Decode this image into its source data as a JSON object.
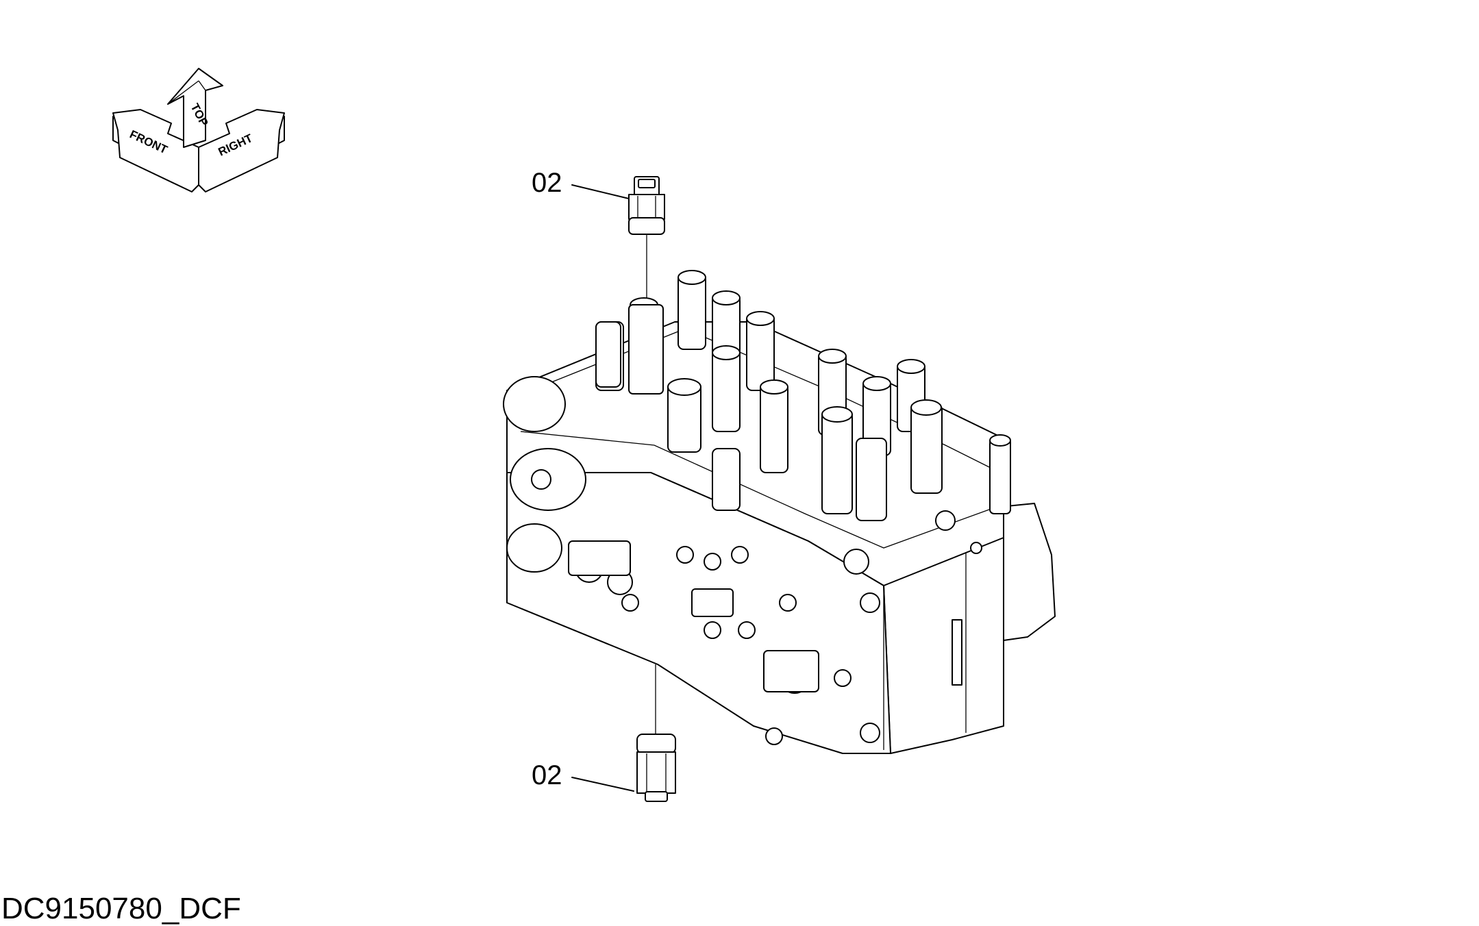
{
  "orientation_indicator": {
    "top_label": "TOP",
    "front_label": "FRONT",
    "right_label": "RIGHT"
  },
  "callouts": [
    {
      "label": "02"
    },
    {
      "label": "02"
    }
  ],
  "drawing_code": "DC9150780_DCF"
}
